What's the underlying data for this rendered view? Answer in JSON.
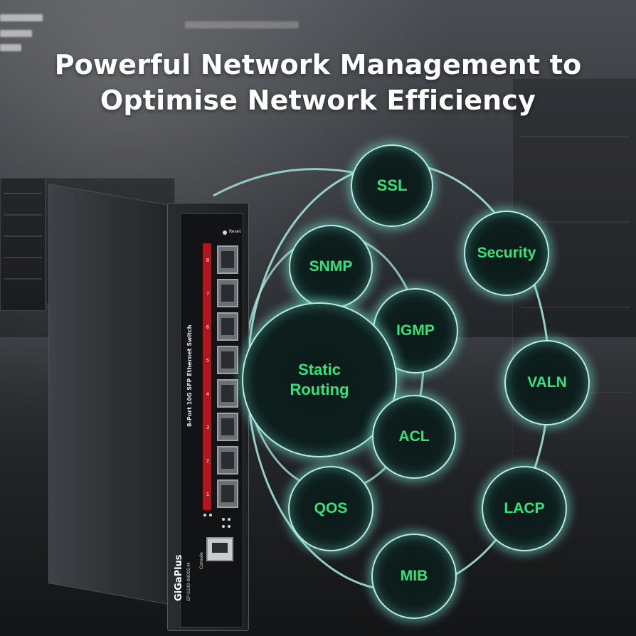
{
  "headline": {
    "line1": "Powerful Network Management to",
    "line2": "Optimise Network Efficiency"
  },
  "features": [
    {
      "key": "ssl",
      "label": "SSL"
    },
    {
      "key": "security",
      "label": "Security"
    },
    {
      "key": "snmp",
      "label": "SNMP"
    },
    {
      "key": "igmp",
      "label": "IGMP"
    },
    {
      "key": "static-routing",
      "label_line1": "Static",
      "label_line2": "Routing"
    },
    {
      "key": "valn",
      "label": "VALN"
    },
    {
      "key": "acl",
      "label": "ACL"
    },
    {
      "key": "qos",
      "label": "QOS"
    },
    {
      "key": "lacp",
      "label": "LACP"
    },
    {
      "key": "mib",
      "label": "MIB"
    }
  ],
  "device": {
    "brand": "GiGaPlus",
    "model": "GP-S100-0800S-M",
    "panel_label": "8-Port 10G SFP Ethernet Switch",
    "reset_label": "Reset",
    "console_label": "Console",
    "port_numbers": [
      "8",
      "7",
      "6",
      "5",
      "4",
      "3",
      "2",
      "1"
    ]
  },
  "colors": {
    "feature_text": "#2ee67e",
    "bubble_glow": "#b5efe4",
    "port_strip": "#b3151d"
  }
}
